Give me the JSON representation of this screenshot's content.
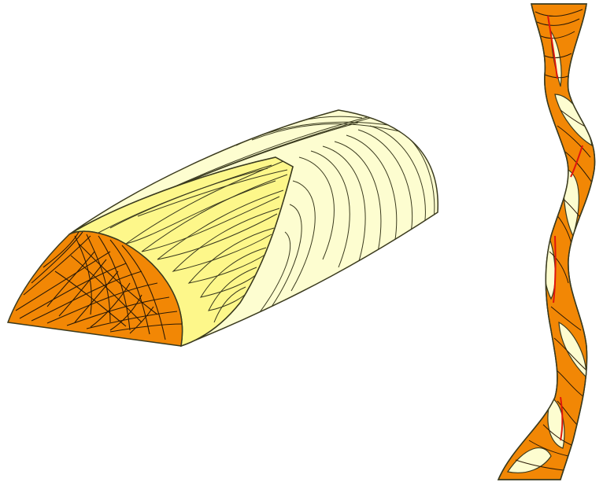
{
  "colors": {
    "background": "#ffffff",
    "outline": "#3a3a1e",
    "orange": "#f28705",
    "pale_yellow": "#fdfdd0",
    "bright_yellow": "#fdf78a",
    "red_vein": "#e0160c"
  },
  "figures": [
    {
      "name": "cross-bedded-log-block",
      "faces": [
        "orange-cross-section",
        "bright-yellow-trough-face",
        "pale-yellow-side-face"
      ]
    },
    {
      "name": "sinuous-channel-strip",
      "fills": [
        "orange",
        "pale_yellow"
      ]
    }
  ]
}
